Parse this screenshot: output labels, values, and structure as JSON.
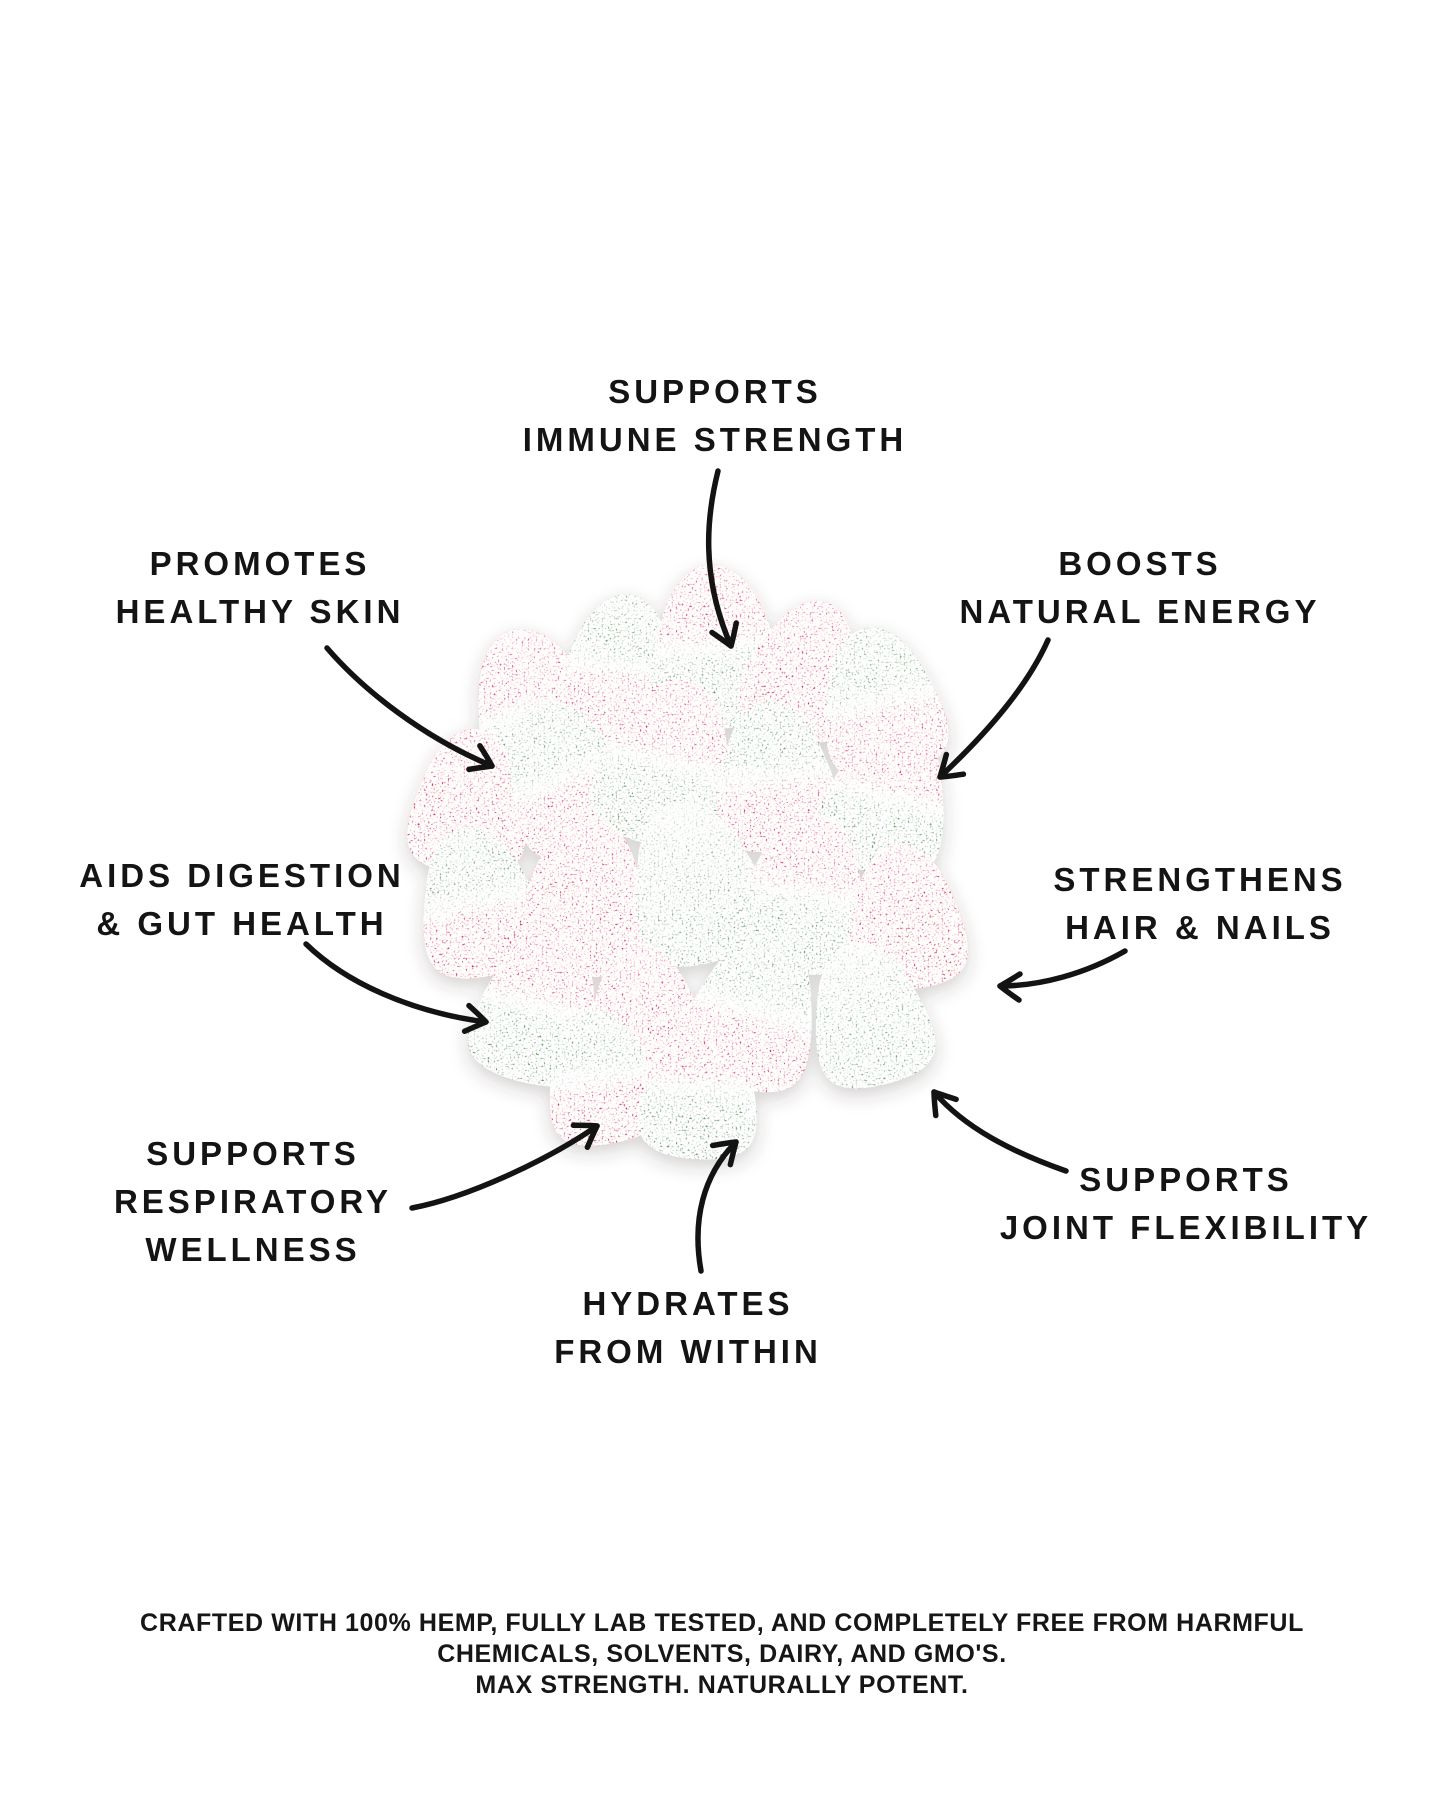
{
  "page": {
    "background_color": "#ffffff",
    "text_color": "#141414",
    "arrow_color": "#131313"
  },
  "benefits": [
    {
      "id": "immune",
      "position": "top",
      "lines": [
        "SUPPORTS",
        "IMMUNE STRENGTH"
      ]
    },
    {
      "id": "skin",
      "position": "upper-left",
      "lines": [
        "PROMOTES",
        "HEALTHY SKIN"
      ]
    },
    {
      "id": "energy",
      "position": "upper-right",
      "lines": [
        "BOOSTS",
        "NATURAL ENERGY"
      ]
    },
    {
      "id": "digestion",
      "position": "left",
      "lines": [
        "AIDS DIGESTION",
        "& GUT HEALTH"
      ]
    },
    {
      "id": "hair",
      "position": "right",
      "lines": [
        "STRENGTHENS",
        "HAIR & NAILS"
      ]
    },
    {
      "id": "respiratory",
      "position": "lower-left",
      "lines": [
        "SUPPORTS",
        "RESPIRATORY",
        "WELLNESS"
      ]
    },
    {
      "id": "joint",
      "position": "lower-right",
      "lines": [
        "SUPPORTS",
        "JOINT FLEXIBILITY"
      ]
    },
    {
      "id": "hydration",
      "position": "bottom",
      "lines": [
        "HYDRATES",
        "FROM WITHIN"
      ]
    }
  ],
  "footer": {
    "lines": [
      "CRAFTED WITH 100% HEMP, FULLY LAB TESTED, AND COMPLETELY FREE FROM HARMFUL",
      "CHEMICALS, SOLVENTS, DAIRY, AND GMO'S.",
      "MAX STRENGTH. NATURALLY POTENT."
    ]
  },
  "image": {
    "description": "pile of sugar-coated red and green watermelon gummy candies",
    "colors": {
      "pink_light": "#f0728f",
      "pink": "#e63a62",
      "pink_dark": "#d92a52",
      "green_light": "#9dbf9c",
      "green": "#74a877",
      "green_dark": "#5e9a62",
      "frost": "#d9e0d2"
    }
  }
}
